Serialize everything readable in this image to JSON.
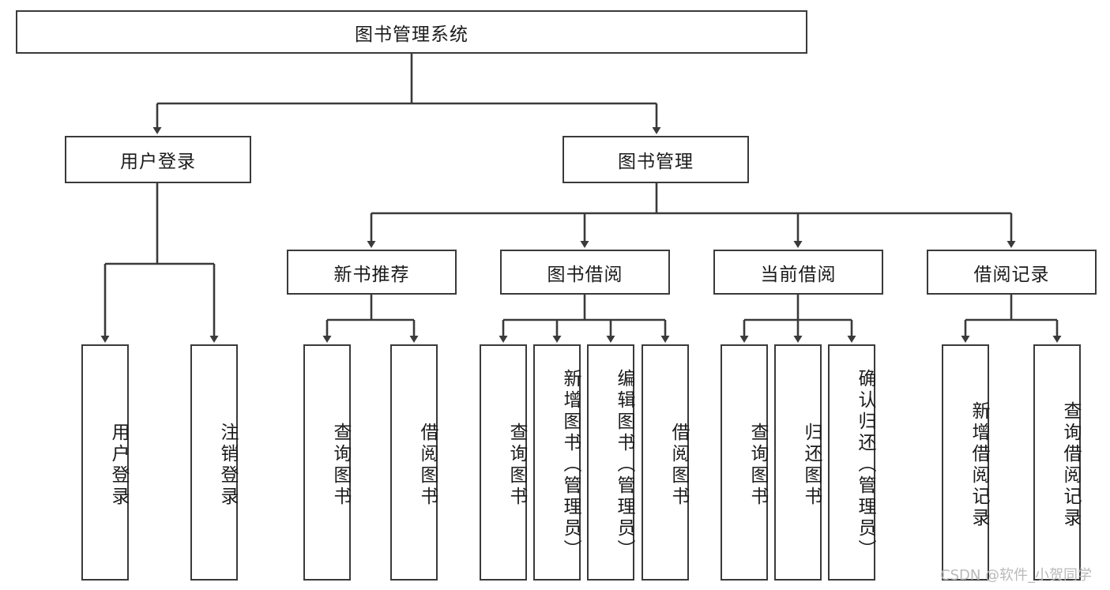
{
  "diagram": {
    "title": "图书管理系统",
    "type": "tree-hierarchy-diagram",
    "watermark": "CSDN @软件_小贺同学",
    "colors": {
      "stroke": "#3a3a3a",
      "fill": "#ffffff",
      "text": "#1b1b1b",
      "watermark": "#b9b9b9"
    },
    "root": {
      "label": "图书管理系统"
    },
    "level2": [
      {
        "label": "用户登录"
      },
      {
        "label": "图书管理"
      }
    ],
    "level3": [
      {
        "label": "新书推荐"
      },
      {
        "label": "图书借阅"
      },
      {
        "label": "当前借阅"
      },
      {
        "label": "借阅记录"
      }
    ],
    "leaves": {
      "user_login": [
        {
          "label": "用户登录"
        },
        {
          "label": "注销登录"
        }
      ],
      "new_book": [
        {
          "label": "查询图书"
        },
        {
          "label": "借阅图书"
        }
      ],
      "book_borrow": [
        {
          "label": "查询图书"
        },
        {
          "label": "新增图书（管理员）"
        },
        {
          "label": "编辑图书（管理员）"
        },
        {
          "label": "借阅图书"
        }
      ],
      "current_borrow": [
        {
          "label": "查询图书"
        },
        {
          "label": "归还图书"
        },
        {
          "label": "确认归还（管理员）"
        }
      ],
      "borrow_record": [
        {
          "label": "新增借阅记录"
        },
        {
          "label": "查询借阅记录"
        }
      ]
    }
  }
}
